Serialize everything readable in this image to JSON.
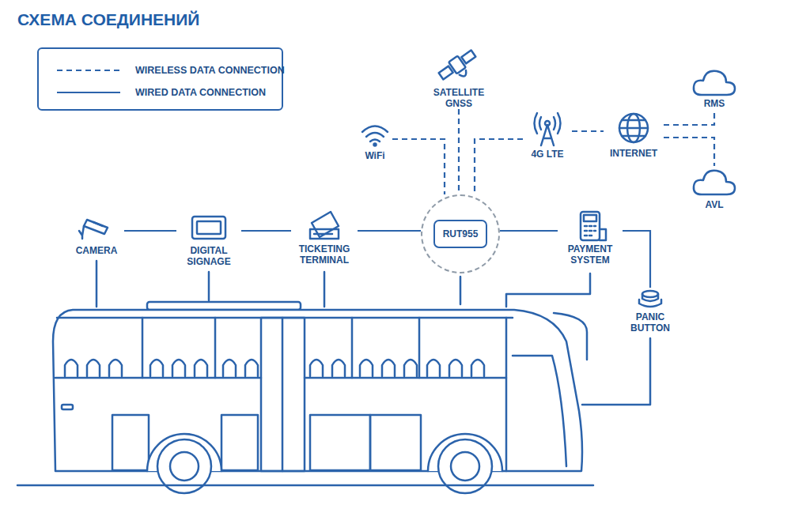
{
  "diagram": {
    "title": "СХЕМА СОЕДИНЕНИЙ",
    "nodes": [
      {
        "text": [
          "SATELLITE GNSS"
        ]
      },
      {
        "text": [
          "RMS"
        ]
      },
      {
        "text": [
          "WiFi"
        ]
      },
      {
        "text": [
          "4G LTE"
        ]
      },
      {
        "text": [
          "INTERNET"
        ]
      },
      {
        "text": [
          "AVL"
        ]
      },
      {
        "text": [
          "CAMERA"
        ]
      },
      {
        "text": [
          "DIGITAL SIGNAGE"
        ]
      },
      {
        "text": [
          "TICKETING TERMINAL"
        ]
      },
      {
        "text": [
          "RUT955"
        ]
      },
      {
        "text": [
          "PAYMENT SYSTEM"
        ]
      },
      {
        "text": [
          "PANIC BUTTON"
        ]
      }
    ],
    "edges": [
      {
        "from": 2,
        "to": 9,
        "arrow": "none"
      },
      {
        "from": 0,
        "to": 9,
        "arrow": "none"
      },
      {
        "from": 3,
        "to": 9,
        "arrow": "none"
      },
      {
        "from": 3,
        "to": 4,
        "arrow": "none"
      },
      {
        "from": 4,
        "to": 1,
        "arrow": "none"
      },
      {
        "from": 4,
        "to": 5,
        "arrow": "none"
      },
      {
        "from": 6,
        "to": 7,
        "arrow": "none"
      },
      {
        "from": 7,
        "to": 8,
        "arrow": "none"
      },
      {
        "from": 8,
        "to": 9,
        "arrow": "none"
      },
      {
        "from": 9,
        "to": 10,
        "arrow": "none"
      },
      {
        "from": 10,
        "to": 11,
        "arrow": "none"
      }
    ],
    "legend": [
      {
        "text": "WIRELESS DATA CONNECTION"
      },
      {
        "text": "WIRED DATA CONNECTION"
      }
    ]
  }
}
